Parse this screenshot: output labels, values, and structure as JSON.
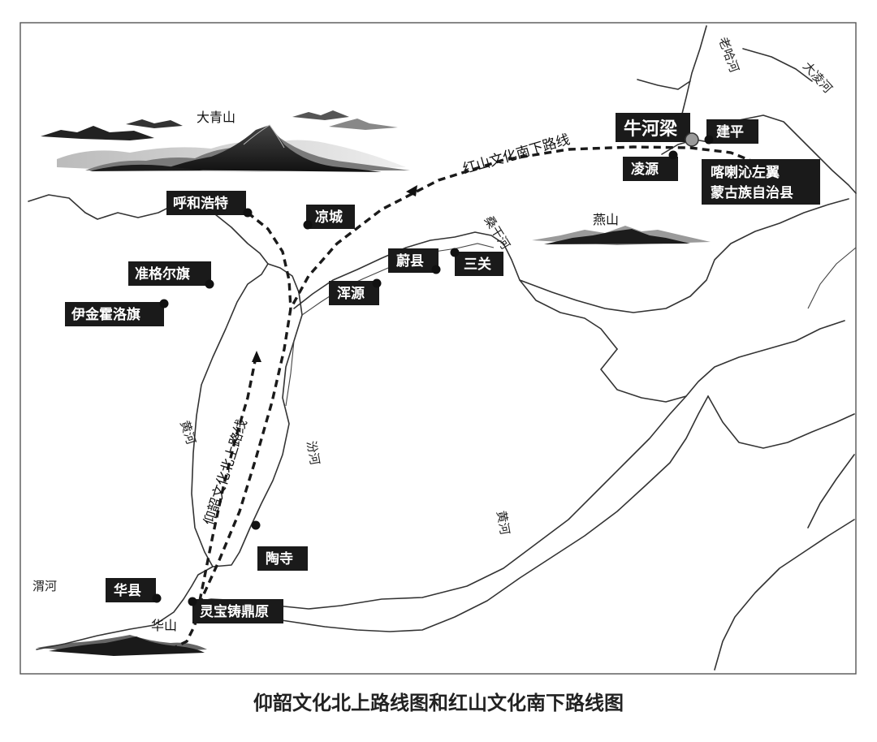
{
  "caption": "仰韶文化北上路线图和红山文化南下路线图",
  "mountains": {
    "daqingshan": "大青山",
    "yanshan": "燕山",
    "huashan": "华山"
  },
  "rivers": {
    "laohahe": "老哈河",
    "dalinghe": "大凌河",
    "sangganhe": "桑干河",
    "fenhe": "汾河",
    "huanghe_north": "黄河",
    "huanghe_south": "黄河",
    "weihe": "渭河"
  },
  "routes": {
    "yangshao_north": "仰韶文化北上路线",
    "hongshan_south": "红山文化南下路线"
  },
  "places": {
    "niuheliang": "牛河梁",
    "jianping": "建平",
    "lingyuan": "凌源",
    "harqin_line1": "喀喇沁左翼",
    "harqin_line2": "蒙古族自治县",
    "hohhot": "呼和浩特",
    "liangcheng": "凉城",
    "yuxian": "蔚县",
    "sanguan": "三关",
    "hunyuan": "浑源",
    "zhungeer": "准格尔旗",
    "ejinhoro": "伊金霍洛旗",
    "taosi": "陶寺",
    "huaxian": "华县",
    "lingbao": "灵宝铸鼎原"
  },
  "colors": {
    "ink": "#1a1a1a",
    "paper": "#ffffff",
    "niuheliang_marker": "#9a9a9a"
  }
}
